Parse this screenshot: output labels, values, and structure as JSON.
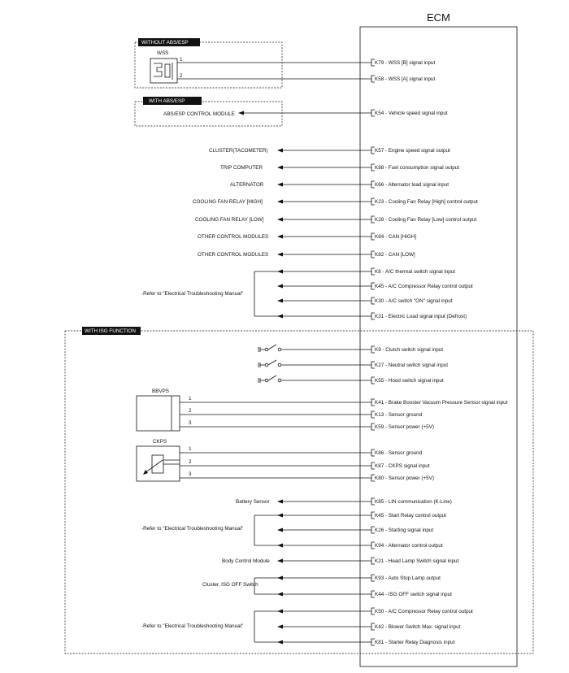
{
  "ecm_label": "ECM",
  "groups": {
    "without_abs": "WITHOUT ABS/ESP",
    "with_abs": "WITH ABS/ESP",
    "with_isg": "WITH ISG FUNCTION"
  },
  "components": {
    "wss": "WSS",
    "wss_pin1": "1",
    "wss_pin2": "2",
    "abs_module": "ABS/ESP CONTROL MODULE",
    "bbvps": "BBVPS",
    "ckps": "CKPS"
  },
  "connectors": [
    {
      "id": "k79",
      "label": "K79 - WSS [B] signal input"
    },
    {
      "id": "k58",
      "label": "K58 - WSS [A] signal input"
    },
    {
      "id": "k54",
      "label": "K54 - Vehicle speed signal input"
    },
    {
      "id": "k57",
      "label": "K57 - Engine speed signal output"
    },
    {
      "id": "k88",
      "label": "K88 - Fuel consumption signal output"
    },
    {
      "id": "k66",
      "label": "K66 - Alternator load signal input"
    },
    {
      "id": "k23",
      "label": "K23 - Cooling Fan Relay [High] control output"
    },
    {
      "id": "k28",
      "label": "K28 - Cooling Fan Relay [Low] control output"
    },
    {
      "id": "k84",
      "label": "K84 - CAN [HIGH]"
    },
    {
      "id": "k82",
      "label": "K82 - CAN [LOW]"
    },
    {
      "id": "k8",
      "label": "K8 - A/C thermal switch signal input"
    },
    {
      "id": "k45a",
      "label": "K45 - A/C Compressor Relay control output"
    },
    {
      "id": "k30",
      "label": "K30 - A/C switch \"ON\" signal input"
    },
    {
      "id": "k31",
      "label": "K31 - Electric Load signal input (Defrost)"
    },
    {
      "id": "k9",
      "label": "K9 - Clutch switch signal input"
    },
    {
      "id": "k27",
      "label": "K27 - Neutral switch signal input"
    },
    {
      "id": "k55",
      "label": "K55 - Hood switch signal input"
    },
    {
      "id": "k41",
      "label": "K41 - Brake Booster Vacuum Pressure Sensor signal input"
    },
    {
      "id": "k13",
      "label": "K13 - Sensor ground"
    },
    {
      "id": "k59",
      "label": "K59 - Sensor power (+5V)"
    },
    {
      "id": "k86",
      "label": "K86 - Sensor ground"
    },
    {
      "id": "k87",
      "label": "K87 - CKPS signal input"
    },
    {
      "id": "k80",
      "label": "K80 - Sensor power (+5V)"
    },
    {
      "id": "k85",
      "label": "K85 - LIN communication (K-Line)"
    },
    {
      "id": "k45b",
      "label": "K45 - Start Relay control output"
    },
    {
      "id": "k26",
      "label": "K26 - Starting signal input"
    },
    {
      "id": "k94",
      "label": "K94 - Alternator control output"
    },
    {
      "id": "k21",
      "label": "K21 - Head Lamp Switch signal input"
    },
    {
      "id": "k93",
      "label": "K93 - Auto Stop Lamp output"
    },
    {
      "id": "k44",
      "label": "K44 - ISG OFF switch signal input"
    },
    {
      "id": "k50",
      "label": "K50 - A/C Compressor Relay control output"
    },
    {
      "id": "k42",
      "label": "K42 - Blower Switch Max. signal input"
    },
    {
      "id": "k81",
      "label": "K81 - Starter Relay Diagnosis input"
    }
  ],
  "targets": {
    "cluster_tach": "CLUSTER(TACOMETER)",
    "trip_computer": "TRIP COMPUTER",
    "alternator": "ALTERNATOR",
    "fan_high": "COOLING FAN RELAY [HIGH]",
    "fan_low": "COOLING FAN RELAY [LOW]",
    "other_modules": "OTHER CONTROL MODULES",
    "refer_manual": "-Refer to \"Electrical Troubleshooting Manual\"",
    "battery_sensor": "Battery Sensor",
    "body_control_module": "Body Control Module",
    "cluster_isg": "Cluster, ISG OFF Switch"
  },
  "pins": [
    "1",
    "2",
    "3"
  ]
}
